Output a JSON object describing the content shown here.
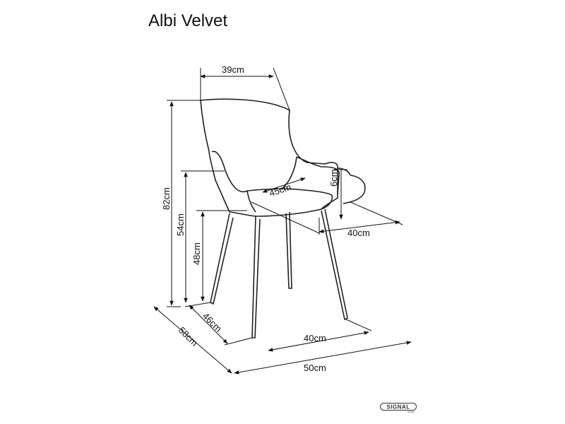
{
  "title": "Albi Velvet",
  "dimensions": {
    "top_width": "39cm",
    "height_total": "82cm",
    "armrest_height": "54cm",
    "seat_height": "48cm",
    "seat_depth": "45cm",
    "armrest_thickness": "6cm",
    "seat_width": "40cm",
    "leg_depth": "46cm",
    "leg_width": "40cm",
    "total_depth": "58cm",
    "total_width": "50cm"
  },
  "brand": {
    "name": "SIGNAL",
    "tagline": "meble"
  }
}
